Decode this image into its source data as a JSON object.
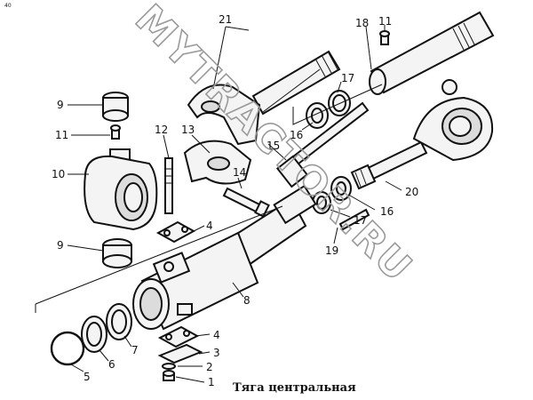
{
  "caption": "Тяга центральная",
  "watermark": "MYTRACTOR.RU",
  "corner_mark": "40",
  "callouts": {
    "c1": "1",
    "c2": "2",
    "c3": "3",
    "c4a": "4",
    "c4b": "4",
    "c5": "5",
    "c6": "6",
    "c7": "7",
    "c8": "8",
    "c9a": "9",
    "c9b": "9",
    "c10": "10",
    "c11a": "11",
    "c11b": "11",
    "c12": "12",
    "c13": "13",
    "c14": "14",
    "c15": "15",
    "c16a": "16",
    "c16b": "16",
    "c17a": "17",
    "c17b": "17",
    "c18": "18",
    "c19": "19",
    "c20": "20",
    "c21": "21"
  }
}
